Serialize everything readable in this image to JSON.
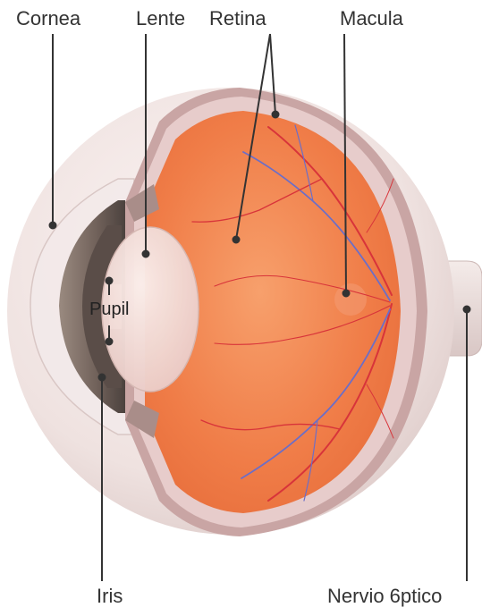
{
  "labels": {
    "cornea": "Cornea",
    "lens": "Lente",
    "retina": "Retina",
    "macula": "Macula",
    "pupil": "Pupil",
    "iris": "Iris",
    "optic_nerve": "Nervio 6ptico"
  },
  "colors": {
    "sclera": "#efe3e1",
    "retina": "#f07a45",
    "retina_light": "#f59a66",
    "choroid_band": "#c9a2a2",
    "iris": "#7a6a62",
    "iris_dark": "#4e4440",
    "lens": "#f1d7d3",
    "vessel_red": "#d8343a",
    "vessel_blue": "#6b6ec8",
    "leader": "#333333"
  }
}
